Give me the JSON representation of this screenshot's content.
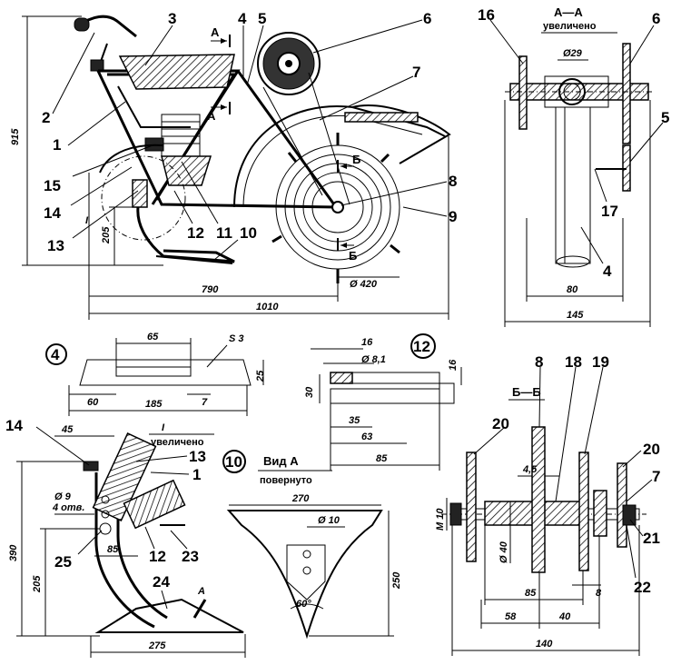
{
  "views": {
    "section_aa": {
      "title": "А—А",
      "subtitle": "увеличено"
    },
    "detail_i": {
      "title": "I",
      "subtitle": "увеличено"
    },
    "view_a": {
      "title": "Вид А",
      "subtitle": "повернуто"
    },
    "section_bb": {
      "title": "Б—Б"
    }
  },
  "callouts": {
    "c1": "1",
    "c2": "2",
    "c3": "3",
    "c4": "4",
    "c5": "5",
    "c6": "6",
    "c7": "7",
    "c8": "8",
    "c9": "9",
    "c10": "10",
    "c11": "11",
    "c12": "12",
    "c13": "13",
    "c14": "14",
    "c15": "15",
    "c16": "16",
    "c17": "17",
    "c18": "18",
    "c19": "19",
    "c20": "20",
    "c21": "21",
    "c22": "22",
    "c23": "23",
    "c24": "24",
    "c25": "25",
    "roman_i": "I",
    "mark_a": "А",
    "mark_b": "Б"
  },
  "dimensions": {
    "h915": "915",
    "h205": "205",
    "w790": "790",
    "w1010": "1010",
    "d420": "Ø 420",
    "aa_d29": "Ø29",
    "aa_80": "80",
    "aa_145": "145",
    "p4_65": "65",
    "p4_s3": "S 3",
    "p4_25": "25",
    "p4_60": "60",
    "p4_185": "185",
    "p4_7": "7",
    "p12_16a": "16",
    "p12_d81": "Ø 8,1",
    "p12_16b": "16",
    "p12_30": "30",
    "p12_35": "35",
    "p12_63": "63",
    "p12_85": "85",
    "i_45": "45",
    "i_d9": "Ø 9",
    "i_holes": "4 отв.",
    "i_85": "85",
    "i_390": "390",
    "i_205": "205",
    "i_275": "275",
    "va_270": "270",
    "va_d10": "Ø 10",
    "va_250": "250",
    "va_60": "60°",
    "bb_45": "4,5",
    "bb_m10": "M 10",
    "bb_d40": "Ø 40",
    "bb_85": "85",
    "bb_8": "8",
    "bb_58": "58",
    "bb_40": "40",
    "bb_140": "140"
  },
  "circled_parts": {
    "p4": "4",
    "p12": "12",
    "p10": "10"
  }
}
